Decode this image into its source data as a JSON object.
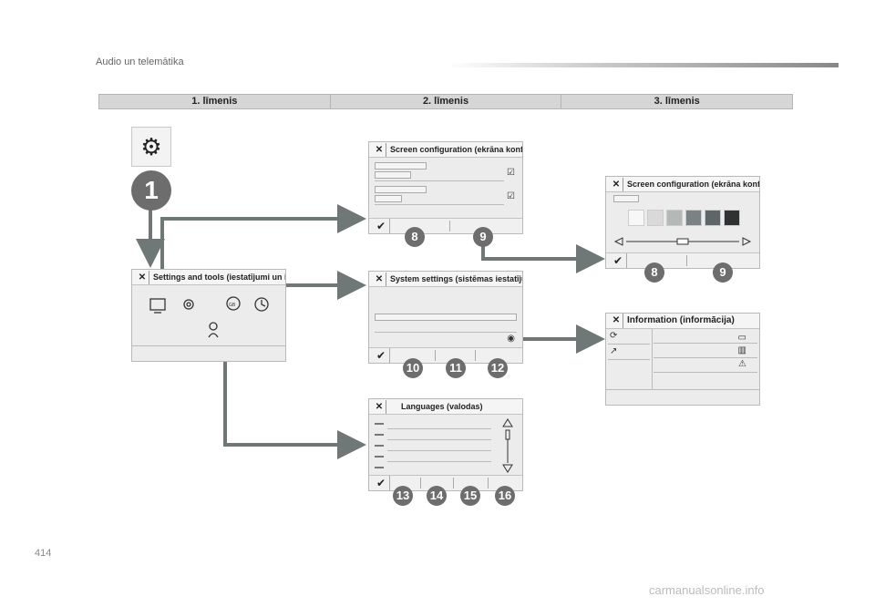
{
  "header": {
    "title": "Audio un telemātika"
  },
  "levels": [
    "1. līmenis",
    "2. līmenis",
    "3. līmenis"
  ],
  "screens": {
    "settings_tools": {
      "title": "Settings and tools (iestatījumi un instumenti)"
    },
    "screen_config_l2": {
      "title": "Screen configuration (ekrāna konfigurācija)"
    },
    "system_settings": {
      "title": "System settings (sistēmas iestatījumi)"
    },
    "languages": {
      "title": "Languages (valodas)"
    },
    "screen_config_l3": {
      "title": "Screen configuration (ekrāna konfigurācija)"
    },
    "information": {
      "title": "Information (informācija)"
    }
  },
  "close_glyph": "✕",
  "check_glyph": "✔",
  "badges": {
    "b1": "1",
    "b8a": "8",
    "b9a": "9",
    "b8b": "8",
    "b9b": "9",
    "b10": "10",
    "b11": "11",
    "b12": "12",
    "b13": "13",
    "b14": "14",
    "b15": "15",
    "b16": "16"
  },
  "swatches": [
    "#f7f7f7",
    "#d9d9d9",
    "#b3b8b9",
    "#7a8284",
    "#5f6668",
    "#2f3233"
  ],
  "icons": {
    "gear": "⚙",
    "warning": "⚠",
    "lang_badge": "GB"
  },
  "page_number": "414",
  "watermark": "carmanualsonline.info",
  "colors": {
    "accent": "#6d6d6d",
    "arrow": "#6f7777"
  }
}
